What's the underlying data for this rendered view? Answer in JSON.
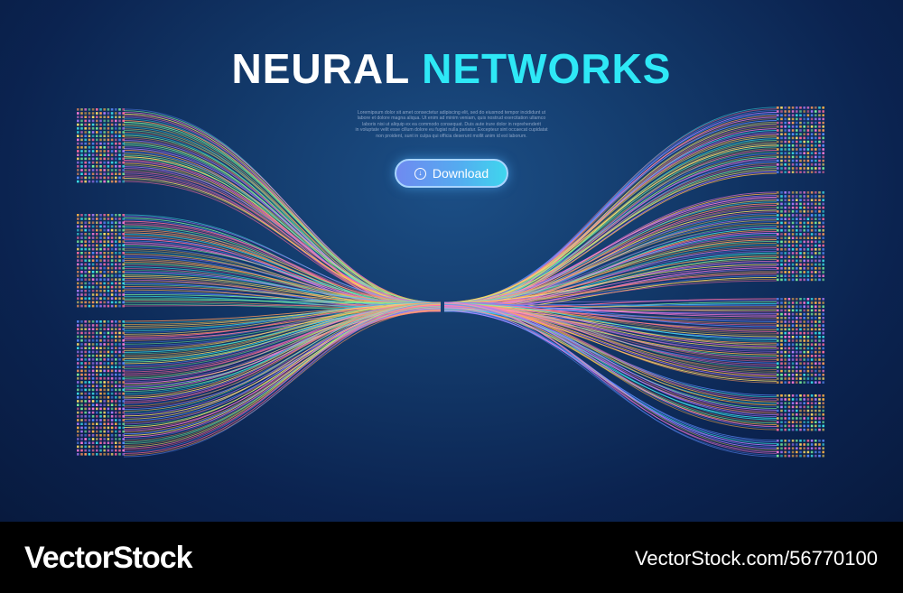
{
  "headline": {
    "word1": "NEURAL",
    "word2": "NETWORKS"
  },
  "body_text": [
    "Loremipsum dolor sit amet consectetur adipiscing elit, sed do eiusmod tempor incididunt ut",
    "labore et dolore magna aliqua. Ut enim ad minim veniam, quis nostrud exercitation ullamco",
    "laboris nisi ut aliquip ex ea commodo consequat. Duis aute irure dolor in reprehenderit",
    "in voluptate velit esse cillum dolore eu fugiat nulla pariatur. Excepteur sint occaecat cupidatat",
    "non proident, sunt in culpa qui officia deserunt mollit anim id est laborum."
  ],
  "download_button": {
    "label": "Download",
    "icon": "download-arrow-icon"
  },
  "colors": {
    "accent": "#2ee8f6",
    "background_top": "#1c4f86",
    "background_bottom": "#081a3e",
    "strand_palette": [
      "#ff6b9d",
      "#ffb347",
      "#ffe066",
      "#7cf29a",
      "#3de0e8",
      "#5b8cff",
      "#b07cff",
      "#ff7ad9",
      "#ff9a5a"
    ]
  },
  "footer": {
    "brand": "VectorStock",
    "image_id": "VectorStock.com/56770100"
  }
}
